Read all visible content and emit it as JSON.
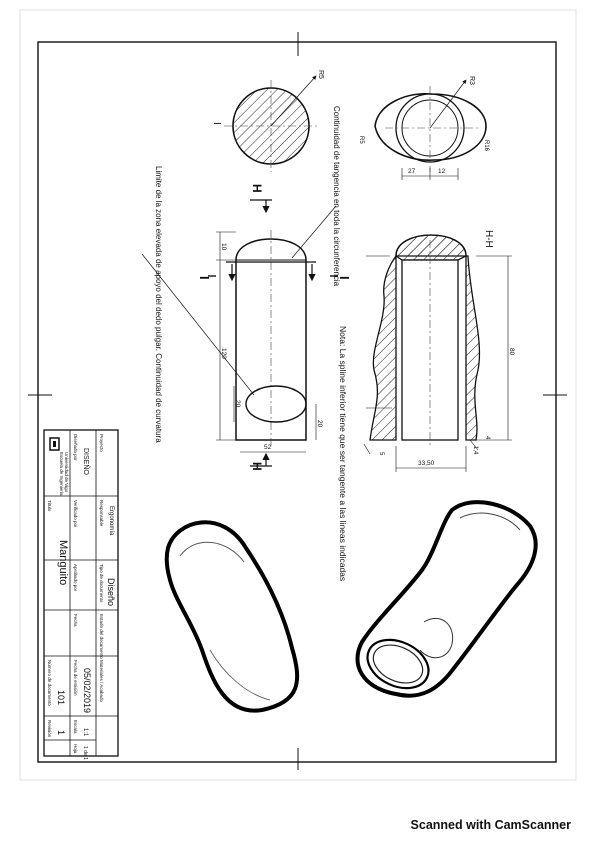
{
  "notes": {
    "tangency": "Continuidad de tangencia en toda la circunferencia",
    "limit": "Limite de la zona elevada de apoyo del dedo pulgar. Continuidad de curvatura",
    "spline": "Nota: La spline inferior tiene que ser tangente a las lineas indicadas"
  },
  "section_labels": {
    "i_left": "I",
    "i_right": "I",
    "i_view": "I",
    "h_top": "H",
    "h_bottom": "H",
    "hh_view": "H-H"
  },
  "dims": {
    "r5": "R5",
    "r3": "R3",
    "r16": "R16",
    "d27": "27",
    "d12": "12",
    "d10": "10",
    "d120": "120",
    "d20a": "20",
    "d20b": "20",
    "d52": "52",
    "d80": "80",
    "d14": "1,4",
    "d4": "4",
    "d5": "5",
    "d3350": "33,50"
  },
  "title_block": {
    "labels": {
      "disenado_por": "Diseñado por",
      "verificado_por": "Verificado por",
      "aprobado_por": "Aprobado por",
      "fecha": "Fecha",
      "fecha2": "Fecha",
      "proyecto": "Proyecto",
      "titulo": "Título",
      "tipo_doc": "Tipo de documento",
      "estado_doc": "Estado del documento",
      "numero_doc": "Número de documento",
      "revision": "Revisión",
      "fecha_emision": "Fecha de emisión",
      "escala": "Escala",
      "hoja": "Hoja",
      "materiales": "Materiales / Acabado",
      "responsable": "Responsable"
    },
    "org_lines": [
      "Escuela de Ingeniería",
      "Universidad de Vigo"
    ],
    "disenado": "DISEÑO",
    "responsable": "Ergonomía",
    "tipo": "Diseño",
    "titulo": "Manguito",
    "numero": "101",
    "revision": "1",
    "fecha": "05/02/2019",
    "escala": "1:1",
    "hoja": "1 de 1"
  },
  "footer": "Scanned with CamScanner"
}
